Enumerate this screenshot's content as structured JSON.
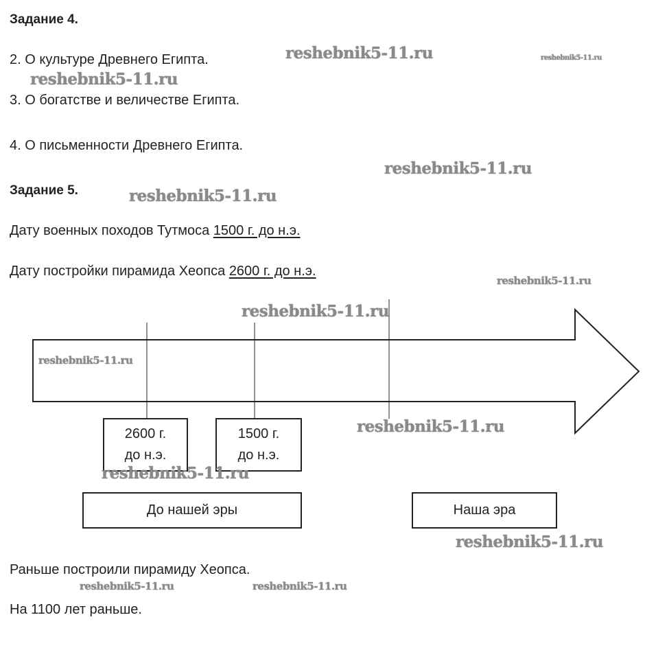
{
  "task4": {
    "heading": "Задание 4.",
    "items": [
      "2. О культуре Древнего Египта.",
      "3. О богатстве и величестве Египта.",
      "4. О письменности Древнего Египта."
    ]
  },
  "task5": {
    "heading": "Задание 5.",
    "line1_prefix": "Дату военных походов Тутмоса",
    "line1_answer": "1500 г. до н.э.",
    "line2_prefix": "Дату постройки пирамида Хеопса",
    "line2_answer": "2600 г. до н.э.",
    "timeline": {
      "marker1": {
        "line1": "2600 г.",
        "line2": "до н.э."
      },
      "marker2": {
        "line1": "1500 г.",
        "line2": "до н.э."
      },
      "era_bc": "До нашей эры",
      "era_ad": "Наша эра"
    },
    "answer1": "Раньше построили пирамиду Хеопса.",
    "answer2": "На 1100 лет раньше."
  },
  "watermark": "reshebnik5-11.ru"
}
